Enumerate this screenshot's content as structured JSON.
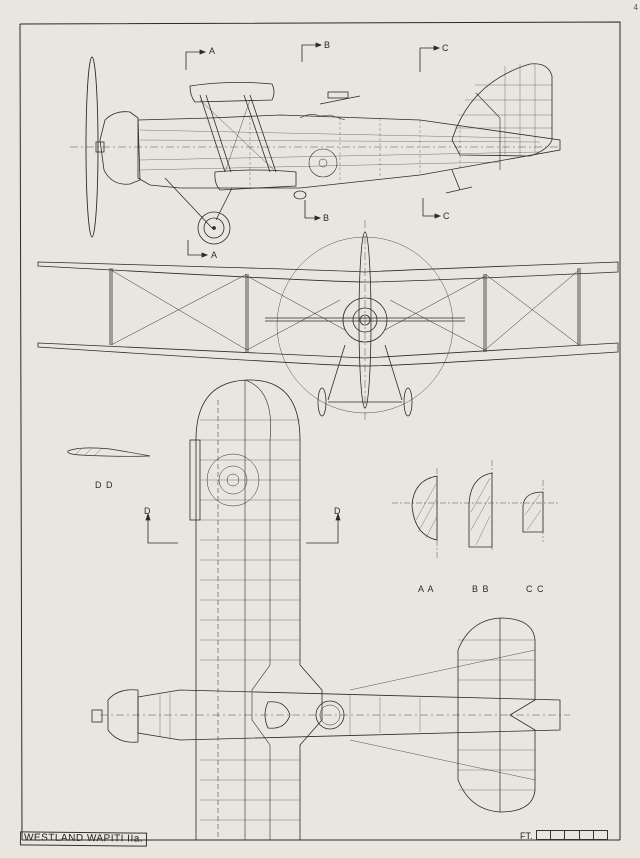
{
  "page": {
    "number": "4"
  },
  "drawing": {
    "title": "WESTLAND WAPITI IIa.",
    "scale_label": "FT.",
    "scale_divisions": 5,
    "colors": {
      "paper": "#e9e6df",
      "ink": "#2b2b2b"
    }
  },
  "section_markers": {
    "top": [
      {
        "label": "A"
      },
      {
        "label": "B"
      },
      {
        "label": "C"
      }
    ],
    "bottom": [
      {
        "label": "A"
      },
      {
        "label": "B"
      },
      {
        "label": "C"
      }
    ],
    "d_left": "D",
    "d_right": "D"
  },
  "sections": {
    "dd": "D D",
    "aa": "A A",
    "bb": "B B",
    "cc": "C C"
  },
  "views": [
    "side-elevation",
    "front-elevation",
    "plan-view",
    "wing-section-dd",
    "fuselage-sections"
  ]
}
